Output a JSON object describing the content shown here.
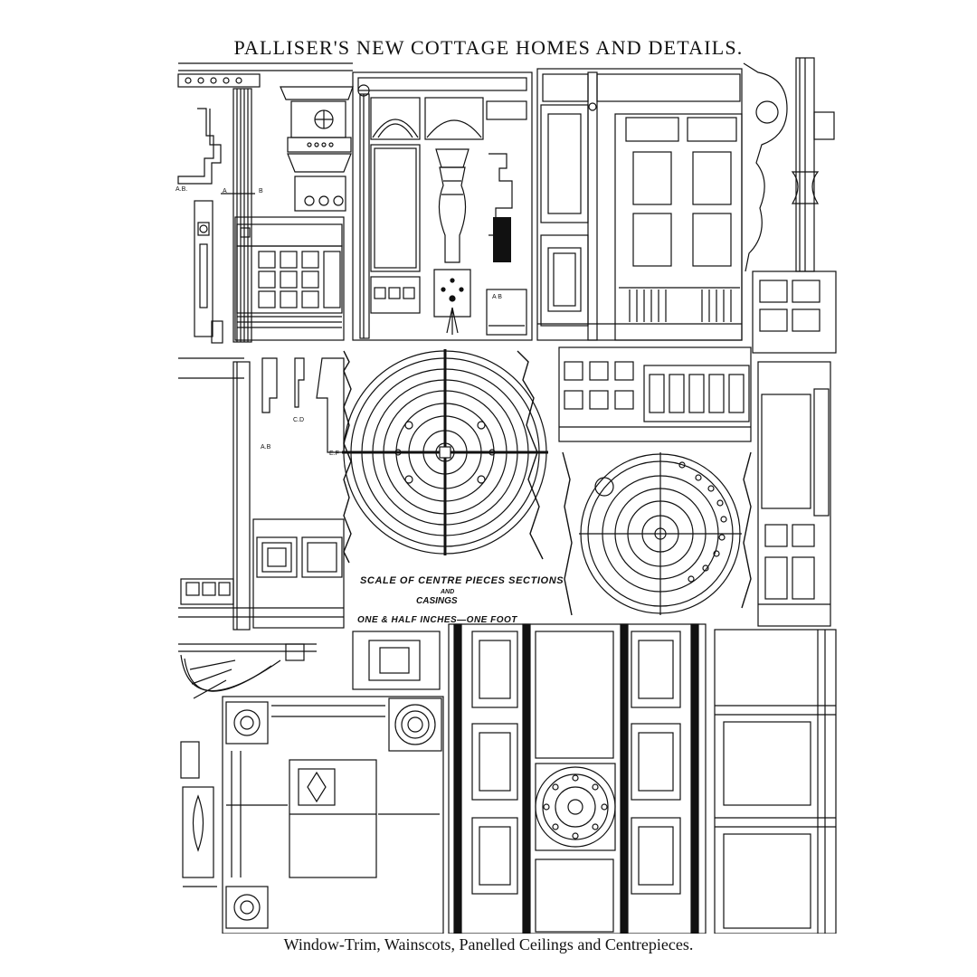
{
  "header": {
    "title": "PALLISER'S NEW COTTAGE HOMES AND DETAILS."
  },
  "plate": {
    "scale_note": {
      "line1": "SCALE OF CENTRE PIECES SECTIONS",
      "line2": "AND",
      "line3": "CASINGS",
      "line4": "ONE & HALF INCHES—ONE FOOT"
    },
    "section_labels": {
      "ab_top_left": "A.B.",
      "ab_arrow": "A",
      "b_arrow": "B",
      "ab_box": "A B",
      "cd": "C.D",
      "ef": "E.F",
      "ab_mid": "A.B"
    }
  },
  "footer": {
    "caption": "Window-Trim, Wainscots, Panelled Ceilings and Centrepieces."
  }
}
